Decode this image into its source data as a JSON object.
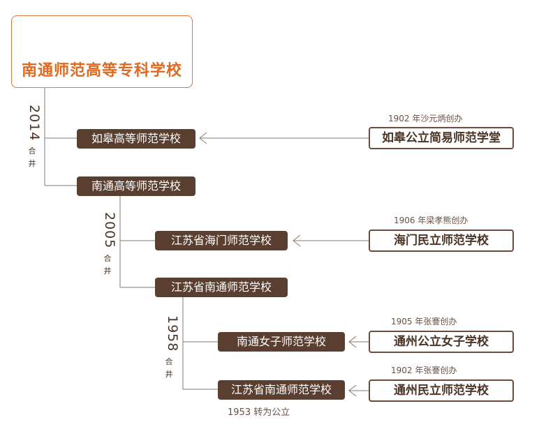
{
  "root": {
    "title": "南通师范高等专科学校"
  },
  "merges": [
    {
      "year": "2014",
      "label_chars": [
        "合",
        "井"
      ]
    },
    {
      "year": "2005",
      "label_chars": [
        "合",
        "井"
      ]
    },
    {
      "year": "1958",
      "label_chars": [
        "合",
        "井"
      ]
    }
  ],
  "schools": {
    "rugao": "如皋高等师范学校",
    "nantong_higher": "南通高等师范学校",
    "haimen": "江苏省海门师范学校",
    "js_nantong": "江苏省南通师范学校",
    "nantong_girls": "南通女子师范学校",
    "js_nantong_sub": "江苏省南通师范学校"
  },
  "origins": [
    {
      "note": "1902 年沙元炳创办",
      "name": "如皋公立简易师范学堂"
    },
    {
      "note": "1906 年梁孝熊创办",
      "name": "海门民立师范学校"
    },
    {
      "note": "1905 年张謇创办",
      "name": "通州公立女子学校"
    },
    {
      "note": "1902 年张謇创办",
      "name": "通州民立师范学校"
    }
  ],
  "footnote": "1953 转为公立",
  "colors": {
    "accent": "#e0691f",
    "dark": "#5a3f30",
    "line": "#8a7a70"
  }
}
